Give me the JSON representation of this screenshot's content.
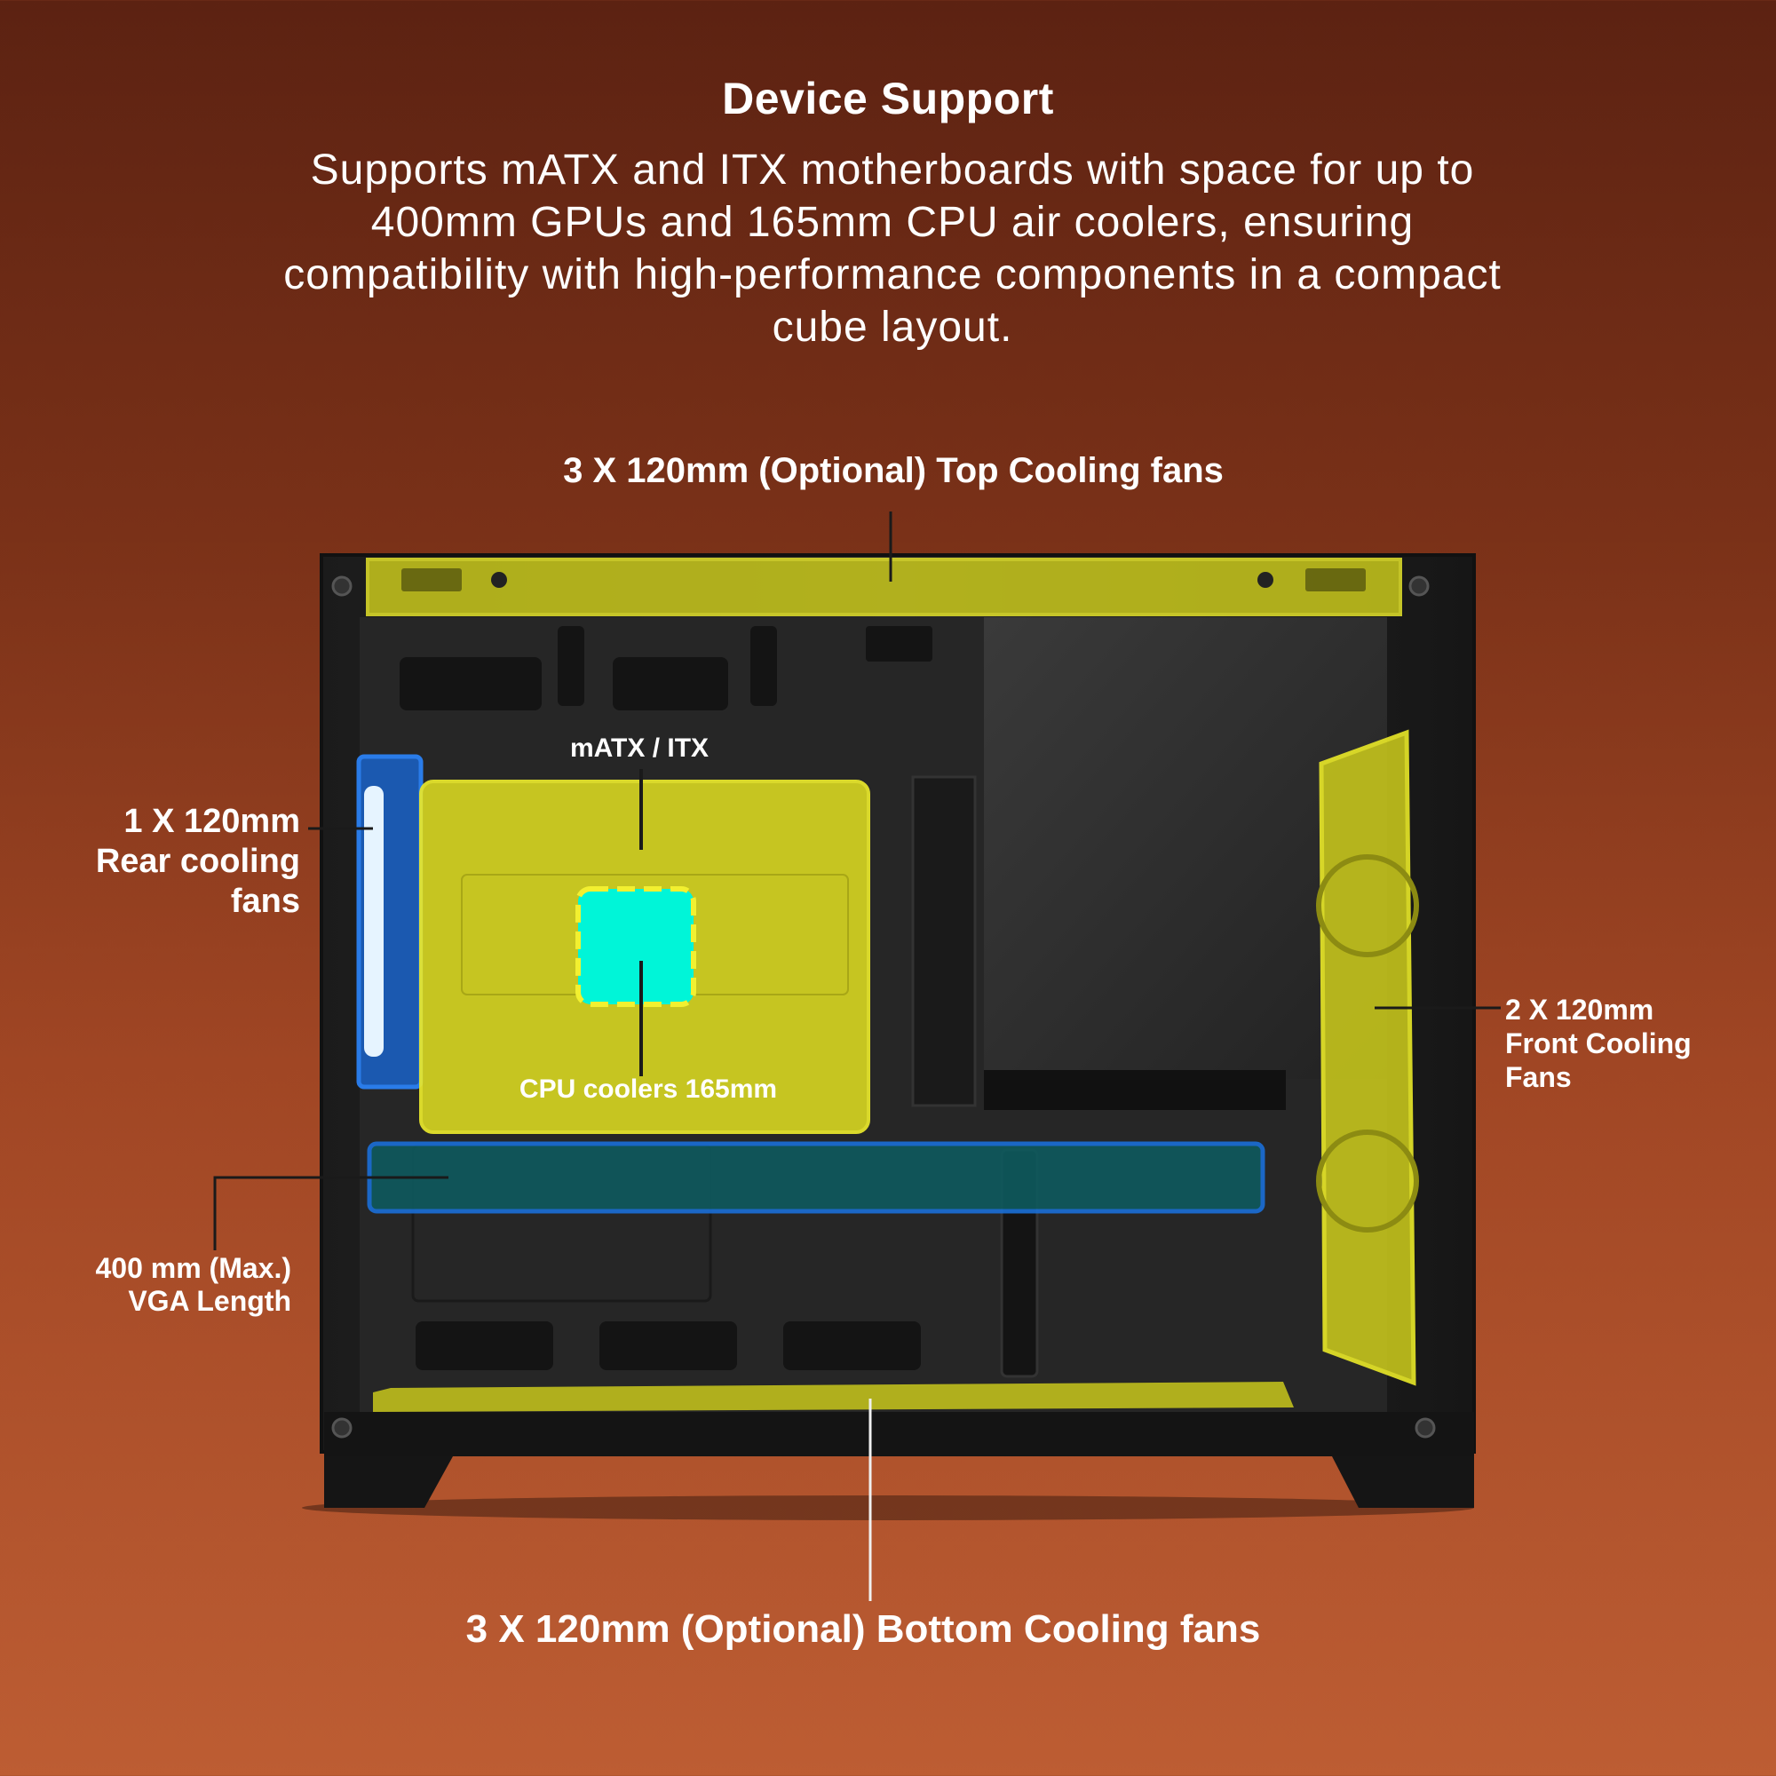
{
  "header": {
    "title": "Device Support",
    "description": "Supports mATX and ITX motherboards with space for up to 400mm GPUs and 165mm CPU air coolers, ensuring compatibility with high-performance components in a compact cube layout."
  },
  "callouts": {
    "top_fans": "3 X 120mm (Optional) Top Cooling fans",
    "rear_fans": "1 X 120mm Rear cooling fans",
    "front_fans": "2 X 120mm Front Cooling Fans",
    "gpu_length": "400 mm (Max.) VGA Length",
    "motherboard": "mATX / ITX",
    "cpu_cooler": "CPU coolers 165mm",
    "bottom_fans": "3 X 120mm (Optional) Bottom Cooling fans"
  },
  "colors": {
    "highlight_yellow": "#d9d820",
    "highlight_blue": "#1a6fd8",
    "cpu_cyan": "#00f5d8",
    "case_black": "#1e1e1e"
  }
}
